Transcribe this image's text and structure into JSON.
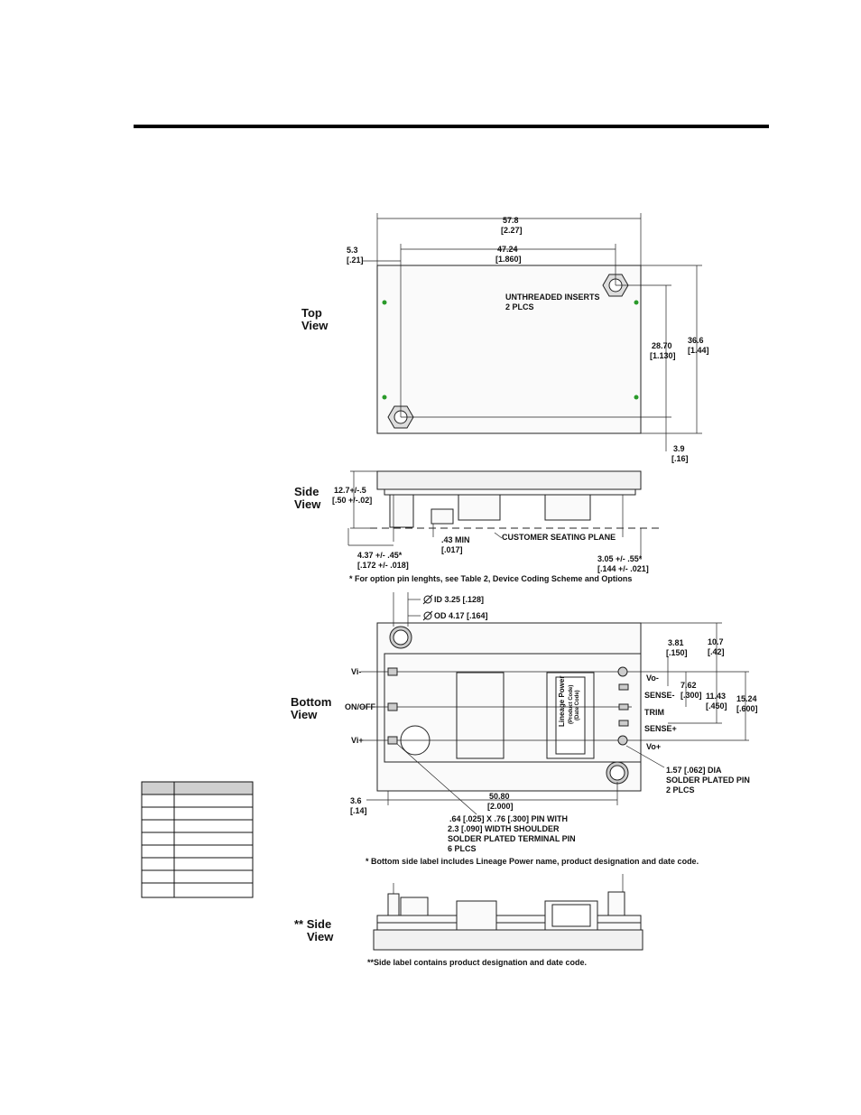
{
  "views": {
    "top": {
      "label_line1": "Top",
      "label_line2": "View",
      "dim_overall_width": "57.8",
      "dim_overall_width_in": "[2.27]",
      "dim_insert_spacing": "47.24",
      "dim_insert_spacing_in": "[1.860]",
      "dim_left_offset": "5.3",
      "dim_left_offset_in": "[.21]",
      "note_inserts_1": "UNTHREADED INSERTS",
      "note_inserts_2": "2 PLCS",
      "dim_insert_vert": "28.70",
      "dim_insert_vert_in": "[1.130]",
      "dim_overall_height": "36.6",
      "dim_overall_height_in": "[1.44]",
      "dim_bottom_offset": "3.9",
      "dim_bottom_offset_in": "[.16]"
    },
    "side": {
      "label_line1": "Side",
      "label_line2": "View",
      "dim_height": "12.7+/-.5",
      "dim_height_in": "[.50 +/-.02]",
      "dim_min": ".43 MIN",
      "dim_min_in": "[.017]",
      "seating_plane": "CUSTOMER SEATING PLANE",
      "dim_pin_left": "4.37 +/- .45*",
      "dim_pin_left_in": "[.172 +/- .018]",
      "dim_pin_right": "3.05 +/- .55*",
      "dim_pin_right_in": "[.144 +/- .021]",
      "footnote": "* For option pin lenghts, see Table 2, Device Coding Scheme and Options"
    },
    "bottom": {
      "label_line1": "Bottom",
      "label_line2": "View",
      "dim_id": "ID 3.25 [.128]",
      "dim_od": "OD 4.17 [.164]",
      "pin_vi_minus": "Vi-",
      "pin_on_off": "ON/OFF",
      "pin_vi_plus": "Vi+",
      "pin_vo_minus": "Vo-",
      "pin_sense_minus": "SENSE-",
      "pin_trim": "TRIM",
      "pin_sense_plus": "SENSE+",
      "pin_vo_plus": "Vo+",
      "dim_381": "3.81",
      "dim_381_in": "[.150]",
      "dim_762": "7.62",
      "dim_762_in": "[.300]",
      "dim_1143": "11.43",
      "dim_1143_in": "[.450]",
      "dim_1524": "15.24",
      "dim_1524_in": "[.600]",
      "dim_107": "10.7",
      "dim_107_in": "[.42]",
      "pin_note_1": "1.57 [.062] DIA",
      "pin_note_2": "SOLDER PLATED PIN",
      "pin_note_3": "2 PLCS",
      "dim_36": "3.6",
      "dim_36_in": "[.14]",
      "dim_5080": "50.80",
      "dim_5080_in": "[2.000]",
      "term_note_1": ".64 [.025] X .76 [.300] PIN WITH",
      "term_note_2": "2.3 [.090] WIDTH SHOULDER",
      "term_note_3": "SOLDER PLATED TERMINAL PIN",
      "term_note_4": "6 PLCS",
      "label_text_1": "Lineage Power",
      "label_text_2": "(Product Code)",
      "label_text_3": "(Date Code)",
      "footnote": "* Bottom side label includes Lineage Power name, product designation and date code."
    },
    "side2": {
      "label_line1": "** Side",
      "label_line2": "View",
      "footnote": "**Side label contains product designation and date code."
    }
  }
}
